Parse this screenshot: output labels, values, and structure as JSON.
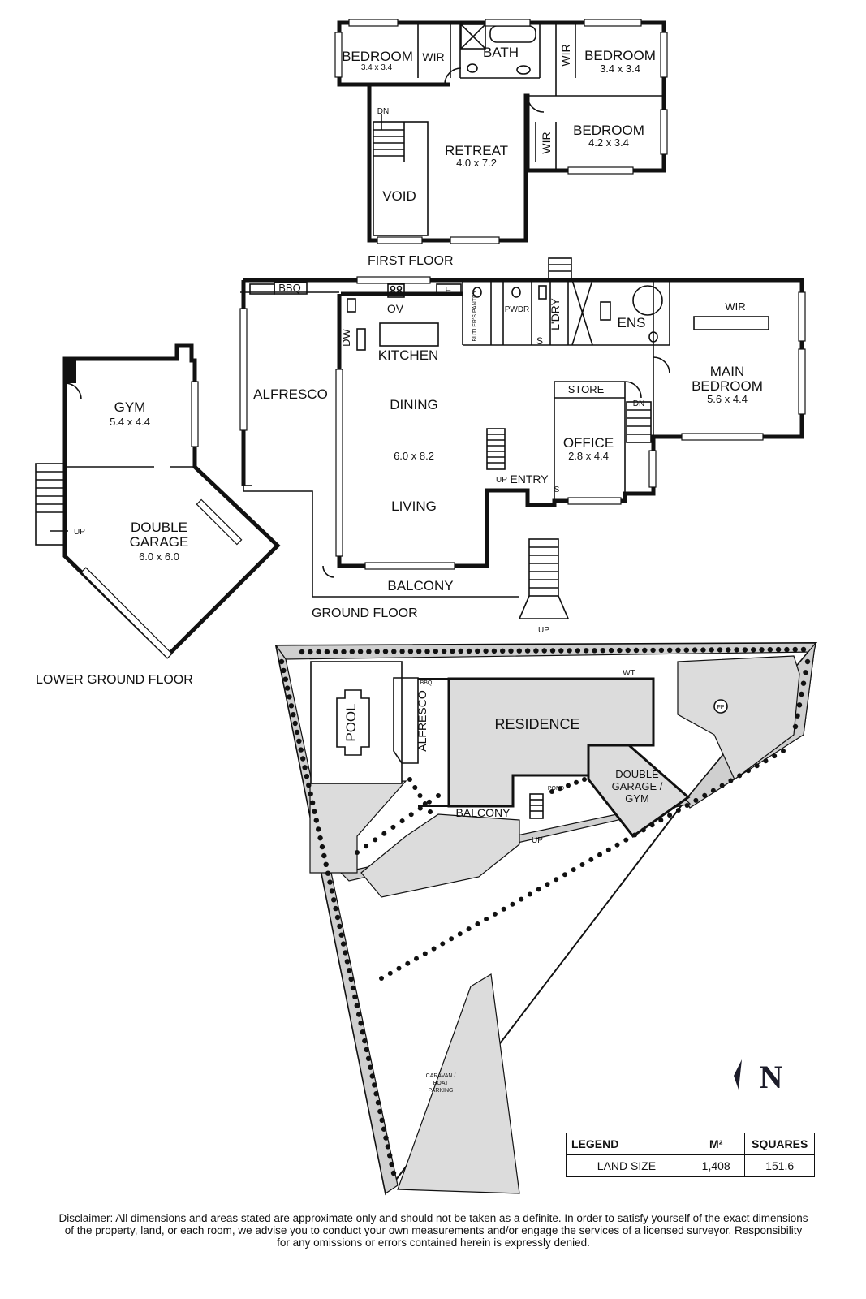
{
  "first_floor": {
    "label": "FIRST FLOOR",
    "rooms": {
      "bedroom_1": {
        "name": "BEDROOM",
        "dims": "3.4 x 3.4"
      },
      "wir_1": "WIR",
      "bath": "BATH",
      "wir_2": "WIR",
      "bedroom_2": {
        "name": "BEDROOM",
        "dims": "3.4 x 3.4"
      },
      "bedroom_3": {
        "name": "BEDROOM",
        "dims": "4.2 x 3.4"
      },
      "wir_3": "WIR",
      "retreat": {
        "name": "RETREAT",
        "dims": "4.0 x 7.2"
      },
      "void": "VOID",
      "stair_dn": "DN"
    }
  },
  "ground_floor": {
    "label": "GROUND FLOOR",
    "rooms": {
      "bbq": "BBQ",
      "ov": "OV",
      "f": "F",
      "dw": "DW",
      "butlers_pantry": "BUTLER'S PANTRY",
      "pwdr": "PWDR",
      "s1": "S",
      "ldry": "L'DRY",
      "ens": "ENS",
      "wir": "WIR",
      "kitchen": "KITCHEN",
      "alfresco": "ALFRESCO",
      "dining": "DINING",
      "living_dims": "6.0 x 8.2",
      "living": "LIVING",
      "store": "STORE",
      "office": {
        "name": "OFFICE",
        "dims": "2.8 x 4.4"
      },
      "main_bedroom": {
        "name_1": "MAIN",
        "name_2": "BEDROOM",
        "dims": "5.6 x 4.4"
      },
      "dn": "DN",
      "up": "UP",
      "entry": "ENTRY",
      "s2": "S",
      "balcony": "BALCONY",
      "up_stairs": "UP"
    }
  },
  "lower_ground_floor": {
    "label": "LOWER GROUND FLOOR",
    "rooms": {
      "gym": {
        "name": "GYM",
        "dims": "5.4 x 4.4"
      },
      "garage": {
        "name_1": "DOUBLE",
        "name_2": "GARAGE",
        "dims": "6.0 x 6.0"
      },
      "up": "UP"
    }
  },
  "site_plan": {
    "pool": "POOL",
    "alfresco": "ALFRESCO",
    "bbq": "BBQ",
    "residence": "RESIDENCE",
    "garage_gym_1": "DOUBLE",
    "garage_gym_2": "GARAGE /",
    "garage_gym_3": "GYM",
    "balcony": "BALCONY",
    "pond": "POND",
    "up": "UP",
    "wt": "WT",
    "fp": "FP",
    "parking_1": "CARAVAN /",
    "parking_2": "BOAT",
    "parking_3": "PARKING"
  },
  "north": "N",
  "legend": {
    "headers": [
      "LEGEND",
      "M²",
      "SQUARES"
    ],
    "rows": [
      {
        "label": "LAND SIZE",
        "m2": "1,408",
        "squares": "151.6"
      }
    ]
  },
  "disclaimer": {
    "line_1": "Disclaimer: All dimensions and areas stated are approximate only and should not be taken as a definite. In order to satisfy yourself of the exact dimensions",
    "line_2": "of the property, land, or each room, we advise you to conduct your own measurements and/or engage the services of a licensed surveyor. Responsibility",
    "line_3": "for any omissions or errors contained herein is expressly denied."
  }
}
